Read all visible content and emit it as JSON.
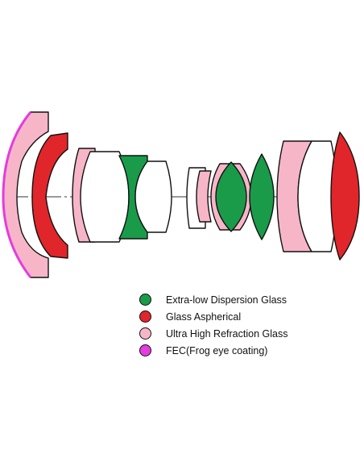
{
  "colors": {
    "ed_glass": "#1a9b4a",
    "aspherical": "#e0262b",
    "uhr_glass": "#f7b6c8",
    "fec_coating": "#e43cde",
    "plain_glass": "#ffffff",
    "outline": "#111111",
    "axis": "#333333"
  },
  "legend": {
    "items": [
      {
        "label": "Extra-low Dispersion Glass",
        "color": "#1a9b4a"
      },
      {
        "label": "Glass Aspherical",
        "color": "#e0262b"
      },
      {
        "label": "Ultra High Refraction Glass",
        "color": "#f7b6c8"
      },
      {
        "label": "FEC(Frog eye coating)",
        "color": "#e43cde"
      }
    ]
  }
}
